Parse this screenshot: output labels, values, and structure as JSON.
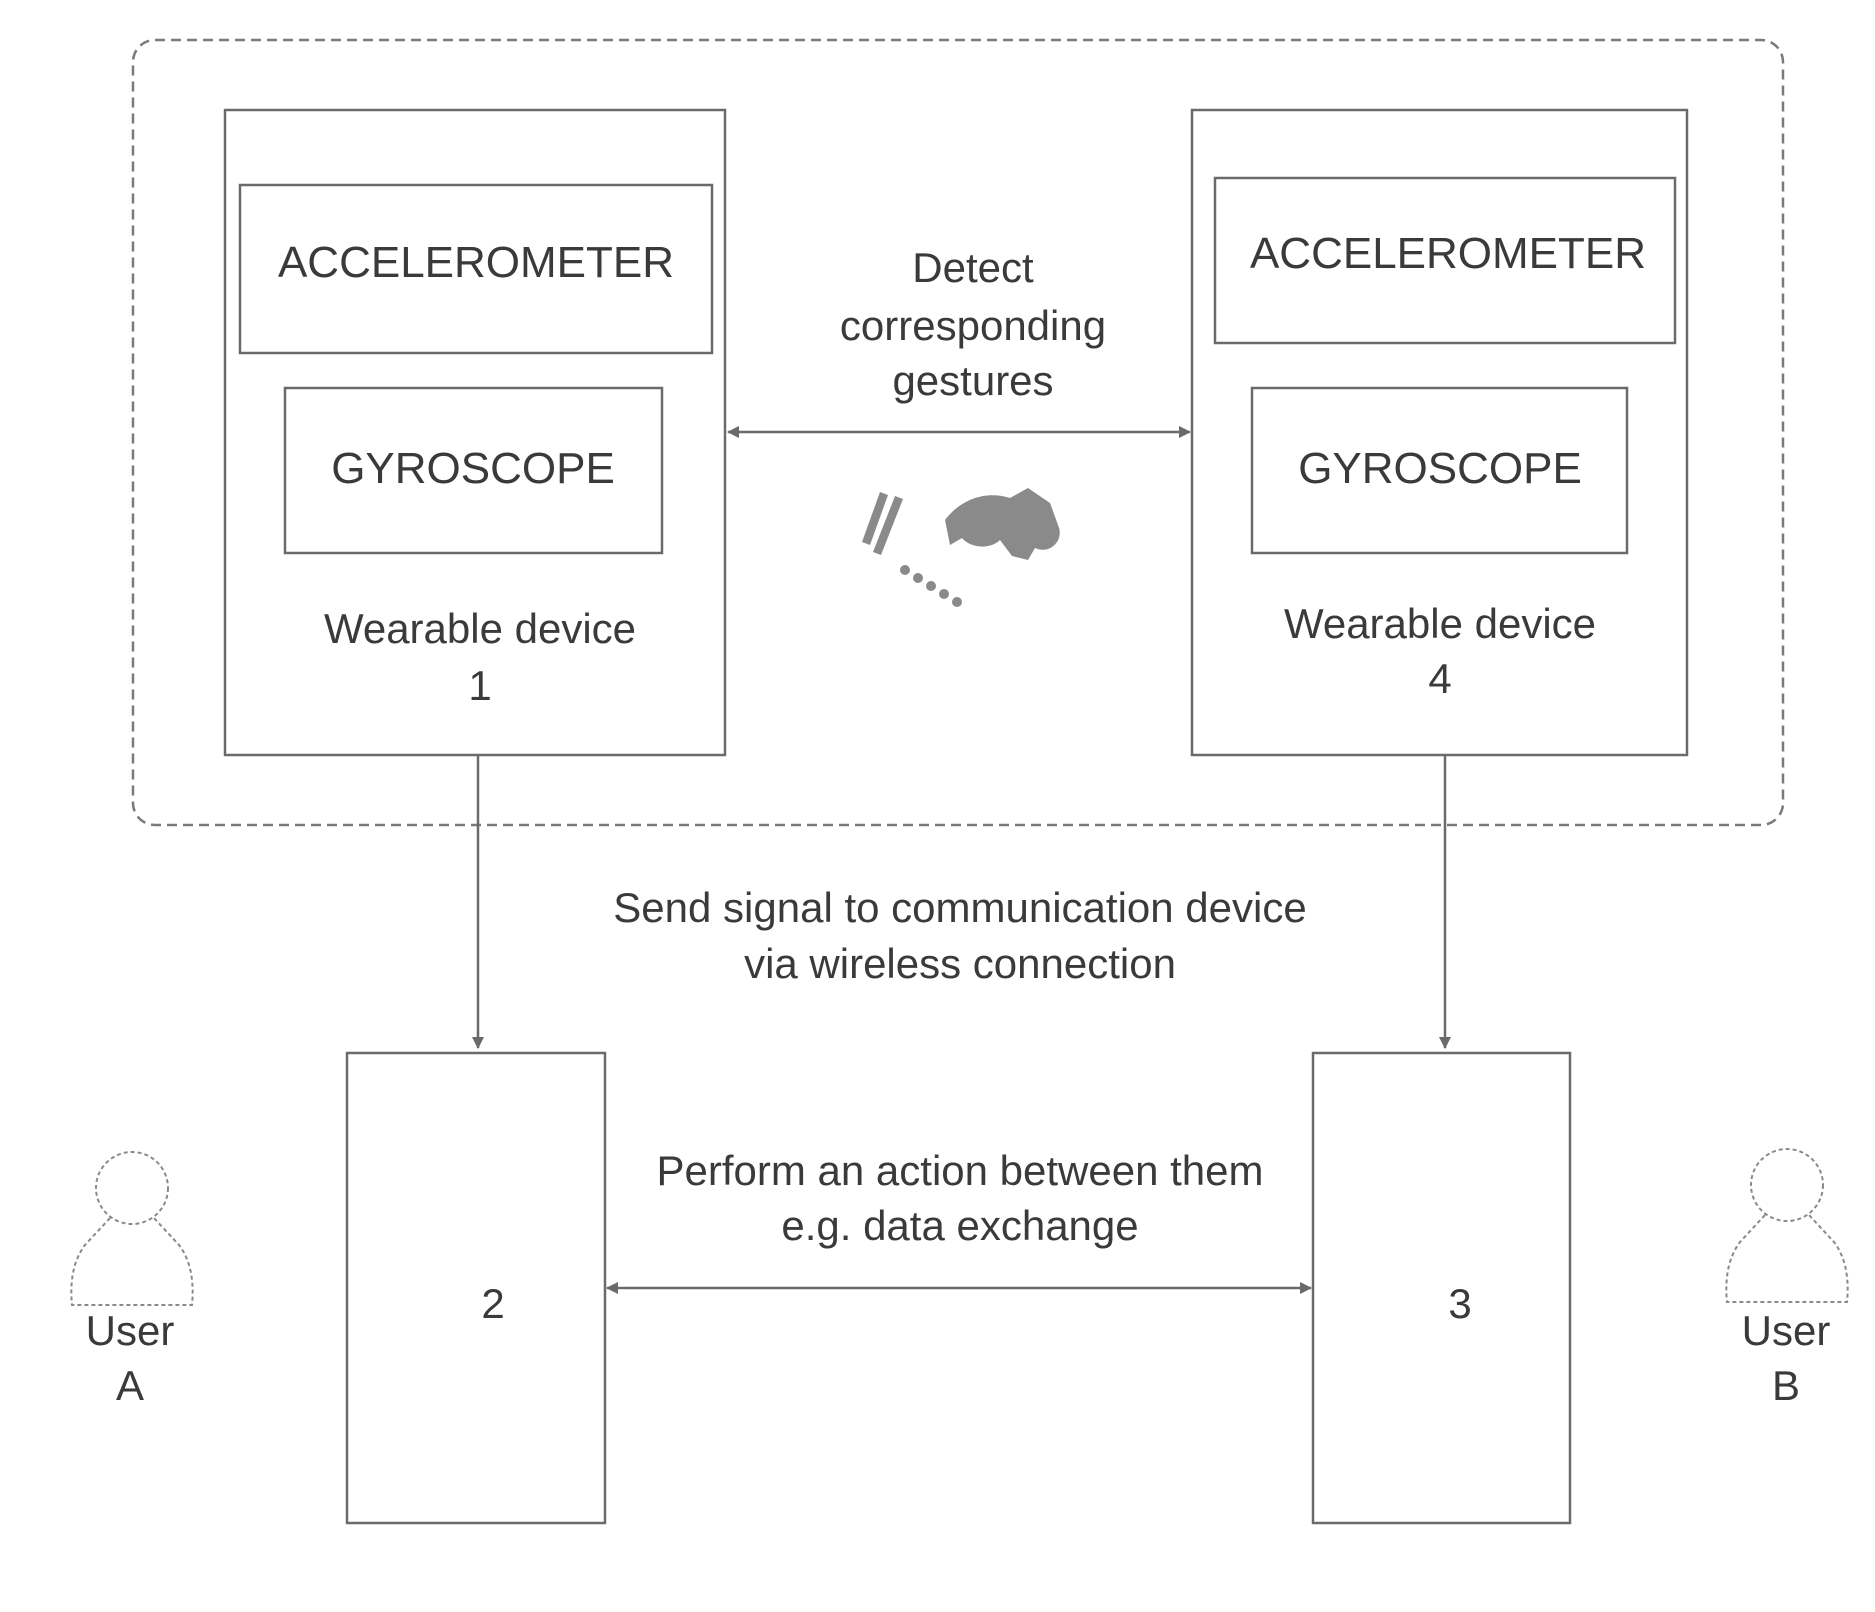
{
  "wearable_left": {
    "accelerometer_label": "ACCELEROMETER",
    "gyroscope_label": "GYROSCOPE",
    "name": "Wearable device",
    "number": "1"
  },
  "wearable_right": {
    "accelerometer_label": "ACCELEROMETER",
    "gyroscope_label": "GYROSCOPE",
    "name": "Wearable device",
    "number": "4"
  },
  "gesture_label": [
    "Detect",
    "corresponding",
    "gestures"
  ],
  "signal_label": [
    "Send signal to communication device",
    "via wireless connection"
  ],
  "action_label": [
    "Perform an action between them",
    "e.g. data exchange"
  ],
  "comm_device_left": {
    "number": "2"
  },
  "comm_device_right": {
    "number": "3"
  },
  "user_left": {
    "line1": "User",
    "line2": "A"
  },
  "user_right": {
    "line1": "User",
    "line2": "B"
  },
  "icons": {
    "handshake": "handshake-icon",
    "user": "user-icon"
  },
  "colors": {
    "stroke": "#6a6a6a",
    "text": "#3a3a3a",
    "background": "#ffffff"
  }
}
